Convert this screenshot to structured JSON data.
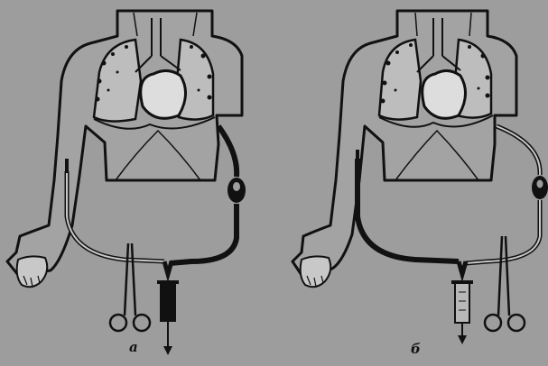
{
  "panels": [
    {
      "label": "а",
      "clamp_side": "left",
      "dark_tube": "right",
      "syringe": "filled"
    },
    {
      "label": "б",
      "clamp_side": "right",
      "dark_tube": "left",
      "syringe": "empty"
    }
  ],
  "colors": {
    "background": "#9d9d9d",
    "ink": "#111111",
    "figure_fill": "#a3a3a3",
    "lung_fill": "#bdbdbd"
  }
}
